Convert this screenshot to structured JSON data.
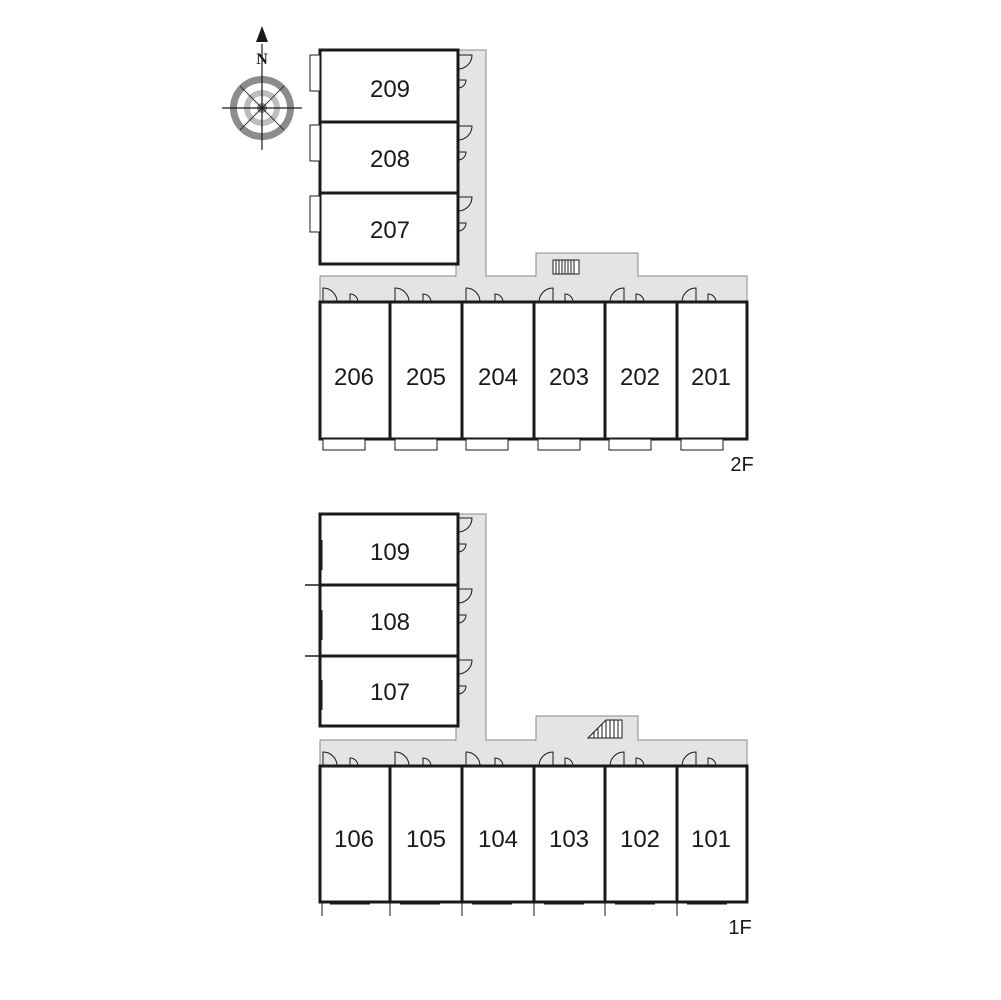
{
  "compass": {
    "north_label": "N",
    "icon": "compass-icon"
  },
  "floors": [
    {
      "id": "2F",
      "label": "2F",
      "wing_rooms": [
        "209",
        "208",
        "207"
      ],
      "row_rooms": [
        "206",
        "205",
        "204",
        "203",
        "202",
        "201"
      ],
      "stair_icon": "staircase-icon"
    },
    {
      "id": "1F",
      "label": "1F",
      "wing_rooms": [
        "109",
        "108",
        "107"
      ],
      "row_rooms": [
        "106",
        "105",
        "104",
        "103",
        "102",
        "101"
      ],
      "stair_icon": "staircase-icon"
    }
  ],
  "colors": {
    "corridor": "#e4e4e4",
    "wall": "#1a1a1a",
    "room": "#ffffff",
    "compass_ring": "#8c8c8c"
  }
}
